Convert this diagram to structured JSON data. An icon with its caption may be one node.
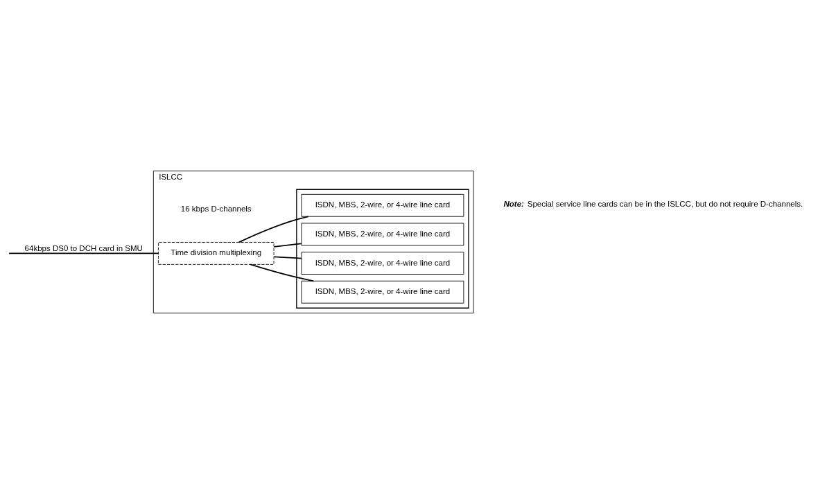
{
  "diagram": {
    "nodes": [
      {
        "text": [
          "ISLCC"
        ]
      },
      {
        "text": [
          "Time division multiplexing"
        ],
        "in": 0
      },
      {
        "text": [],
        "shape": "box",
        "in": 0
      },
      {
        "text": [
          "ISDN, MBS, 2-wire, or 4-wire line card"
        ],
        "in": 2
      },
      {
        "text": [
          "ISDN, MBS, 2-wire, or 4-wire line card"
        ],
        "in": 2
      },
      {
        "text": [
          "ISDN, MBS, 2-wire, or 4-wire line card"
        ],
        "in": 2
      },
      {
        "text": [
          "ISDN, MBS, 2-wire, or 4-wire line card"
        ],
        "in": 2
      }
    ],
    "edges": [
      {
        "from": null,
        "to": 1,
        "arrow": "none",
        "label": "64kbps DS0 to DCH card in SMU"
      },
      {
        "from": 1,
        "to": 3,
        "arrow": "none"
      },
      {
        "from": 1,
        "to": 4,
        "arrow": "none"
      },
      {
        "from": 1,
        "to": 5,
        "arrow": "none"
      },
      {
        "from": 1,
        "to": 6,
        "arrow": "none"
      }
    ],
    "labels": [
      "16 kbps D-channels",
      "Note:",
      "Special service line cards can be in the ISLCC, but do not require D-channels."
    ]
  }
}
